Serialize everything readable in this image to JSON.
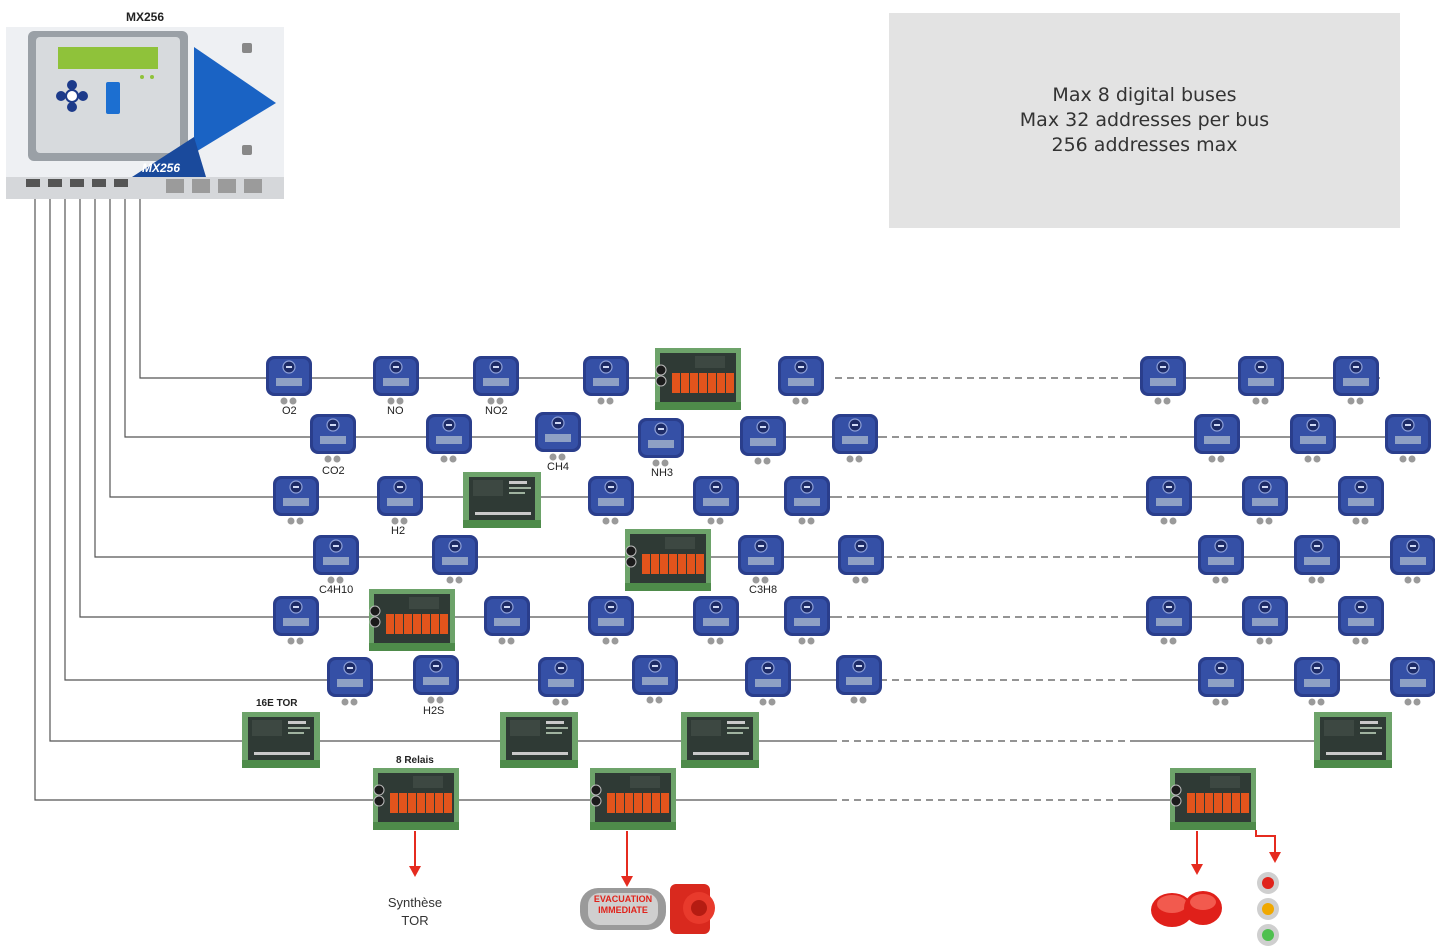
{
  "controller": {
    "title": "MX256",
    "badge": "MX256"
  },
  "info": {
    "line1": "Max 8 digital buses",
    "line2": "Max 32 addresses per bus",
    "line3": "256 addresses max"
  },
  "gas_labels": {
    "o2": "O2",
    "no": "NO",
    "no2": "NO2",
    "co2": "CO2",
    "ch4": "CH4",
    "nh3": "NH3",
    "h2": "H2",
    "c4h10": "C4H10",
    "c3h8": "C3H8",
    "h2s": "H2S"
  },
  "module_labels": {
    "inputs": "16E TOR",
    "relays": "8 Relais"
  },
  "outputs": {
    "synthese_line1": "Synthèse",
    "synthese_line2": "TOR",
    "evac_line1": "EVACUATION",
    "evac_line2": "IMMEDIATE"
  },
  "colors": {
    "detector": "#2a3e8c",
    "board": "#6da36a",
    "relay": "#e2541c",
    "wire": "#555555",
    "arrow": "#e52b1f",
    "info_bg": "#e3e3e3"
  }
}
